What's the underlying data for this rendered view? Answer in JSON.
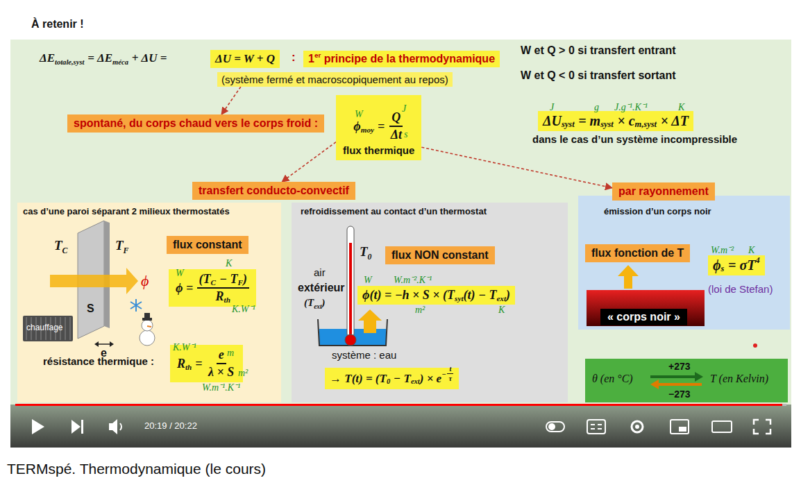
{
  "diagram": {
    "title": "TERMspé. Thermodynamique (le cours)",
    "nodes": [
      {
        "text": [
          "ΔU = W + Q"
        ]
      },
      {
        "text": [
          "1",
          "er",
          "principe de la thermodynamique"
        ]
      },
      {
        "text": [
          "(système fermé et macroscopiquement au repos)"
        ]
      },
      {
        "text": [
          "spontané, du corps chaud vers le corps froid :"
        ]
      },
      {
        "text": [
          "ϕ",
          "moy",
          "=",
          "Q",
          "Δt",
          "flux thermique"
        ]
      },
      {
        "text": [
          "ΔU",
          "syst",
          "= m",
          "syst",
          "× c",
          "m,syst",
          "× ΔT"
        ]
      },
      {
        "text": [
          "transfert conducto-convectif"
        ]
      },
      {
        "text": [
          "par rayonnement"
        ]
      },
      {
        "text": [
          "cas d’une paroi séparant 2 milieux thermostatés"
        ]
      },
      {
        "text": [
          "flux constant"
        ],
        "in": 8
      },
      {
        "text": [
          "ϕ =",
          "(T",
          "C",
          "− T",
          "F",
          ")",
          "R",
          "th"
        ],
        "in": 8
      },
      {
        "text": [
          "R",
          "th",
          "=",
          "e",
          "λ × S"
        ],
        "in": 8
      },
      {
        "text": [
          "refroidissement au contact d’un thermostat"
        ]
      },
      {
        "text": [
          "flux NON constant"
        ],
        "in": 12
      },
      {
        "text": [
          "ϕ(t) = −h × S × (T",
          "syt",
          "(t) − T",
          "ext",
          ")"
        ],
        "in": 12
      },
      {
        "text": [
          "→ T(t) = (T",
          "0",
          "− T",
          "ext",
          ") × e",
          "−",
          "t",
          "τ"
        ],
        "in": 12
      },
      {
        "text": [
          "émission d’un corps noir"
        ]
      },
      {
        "text": [
          "flux fonction de T"
        ],
        "in": 16
      },
      {
        "text": [
          "ϕ",
          "s",
          "= σT",
          "4"
        ],
        "in": 16
      },
      {
        "text": [
          "« corps noir »"
        ],
        "in": 16
      },
      {
        "text": [
          "θ (en °C)",
          "+273",
          "−273",
          "T (en Kelvin)"
        ]
      }
    ],
    "edges": [
      {
        "from": 2,
        "to": 3,
        "arrow": "to"
      },
      {
        "from": 4,
        "to": 6,
        "arrow": "to"
      },
      {
        "from": 4,
        "to": 7,
        "arrow": "to"
      }
    ],
    "labels": [
      "À retenir !",
      "ΔE",
      "totale,syst",
      "= ΔE",
      "méca",
      "+ ΔU =",
      ":",
      "W et Q > 0 si transfert entrant",
      "W et Q < 0 si transfert sortant",
      "W",
      "J",
      "s",
      "J",
      "g",
      "J.g⁻¹.K⁻¹",
      "K",
      "dans le cas d’un système incompressible",
      "T",
      "C",
      "T",
      "F",
      "ϕ",
      "S",
      "e",
      "chauffage",
      "W",
      "K",
      "K.W⁻¹",
      "résistance thermique :",
      "K.W⁻¹",
      "m",
      "m²",
      "W.m⁻¹.K⁻¹",
      "T",
      "0",
      "air",
      "extérieur",
      "(T",
      "ext",
      ")",
      "W",
      "W.m⁻².K⁻¹",
      "m²",
      "K",
      "système : eau",
      "W.m⁻²",
      "K",
      "(loi de Stefan)",
      "20:19 / 20:22"
    ]
  }
}
